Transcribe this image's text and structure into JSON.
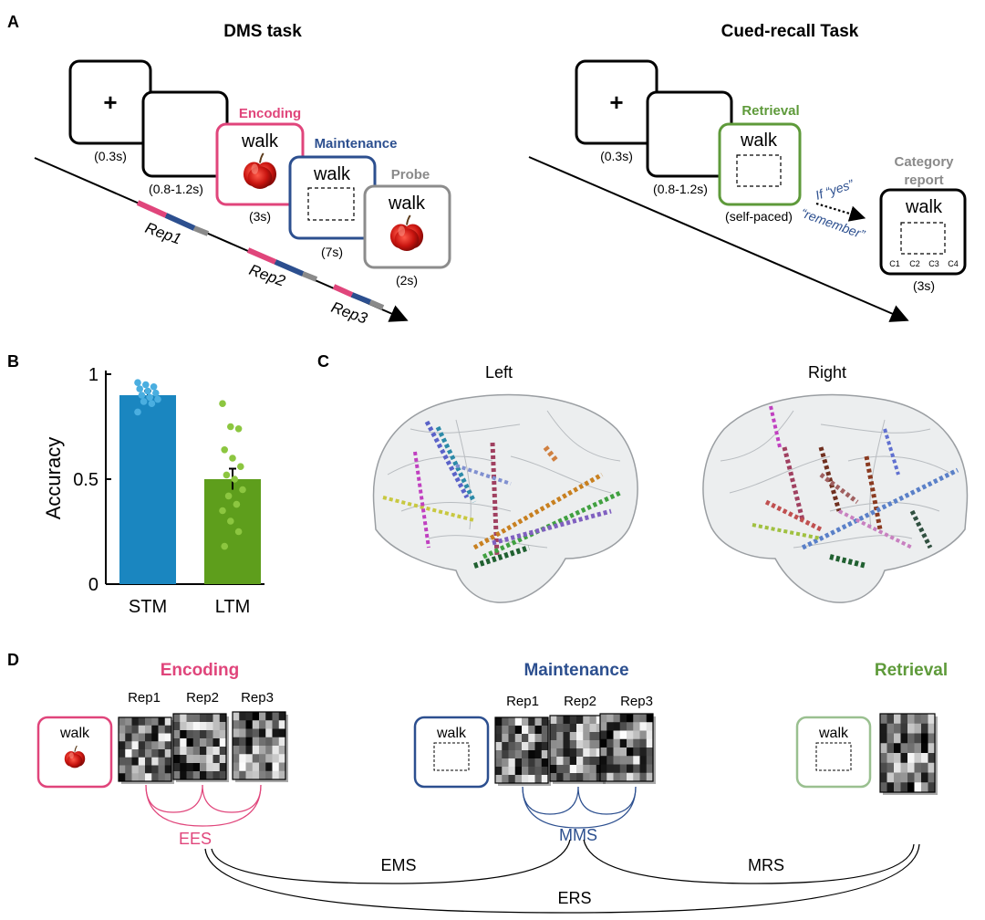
{
  "panelA": {
    "letter": "A",
    "dms": {
      "title": "DMS task",
      "fixation": "+",
      "t_fix": "(0.3s)",
      "t_blank": "(0.8-1.2s)",
      "encoding": {
        "label": "Encoding",
        "word": "walk",
        "time": "(3s)"
      },
      "maintenance": {
        "label": "Maintenance",
        "word": "walk",
        "time": "(7s)"
      },
      "probe": {
        "label": "Probe",
        "word": "walk",
        "time": "(2s)"
      },
      "reps": [
        "Rep1",
        "Rep2",
        "Rep3"
      ]
    },
    "cued": {
      "title": "Cued-recall Task",
      "fixation": "+",
      "t_fix": "(0.3s)",
      "t_blank": "(0.8-1.2s)",
      "retrieval": {
        "label": "Retrieval",
        "word": "walk",
        "time": "(self-paced)"
      },
      "if_yes": "If “yes”",
      "remember": "“remember”",
      "category_l1": "Category",
      "category_l2": "report",
      "cat_word": "walk",
      "cat_options": [
        "C1",
        "C2",
        "C3",
        "C4"
      ],
      "cat_time": "(3s)"
    }
  },
  "panelB": {
    "letter": "B",
    "chart_data": {
      "type": "bar",
      "categories": [
        "STM",
        "LTM"
      ],
      "values": [
        0.9,
        0.5
      ],
      "errors": [
        0.02,
        0.05
      ],
      "colors": [
        "#1a86c0",
        "#5e9e1c"
      ],
      "point_colors": [
        "#4aaee0",
        "#8cc640"
      ],
      "points": [
        [
          0.96,
          0.95,
          0.94,
          0.93,
          0.92,
          0.91,
          0.9,
          0.89,
          0.88,
          0.87,
          0.86,
          0.82
        ],
        [
          0.86,
          0.75,
          0.74,
          0.64,
          0.6,
          0.56,
          0.52,
          0.5,
          0.45,
          0.42,
          0.38,
          0.35,
          0.3,
          0.25,
          0.18
        ]
      ],
      "ylabel": "Accuracy",
      "ylim": [
        0,
        1
      ],
      "yticks": [
        "0",
        "0.5",
        "1"
      ],
      "grid": false
    }
  },
  "panelC": {
    "letter": "C",
    "left_label": "Left",
    "right_label": "Right"
  },
  "panelD": {
    "letter": "D",
    "encoding_label": "Encoding",
    "maintenance_label": "Maintenance",
    "retrieval_label": "Retrieval",
    "word": "walk",
    "reps": [
      "Rep1",
      "Rep2",
      "Rep3"
    ],
    "ees": "EES",
    "mms": "MMS",
    "ems": "EMS",
    "mrs": "MRS",
    "ers": "ERS"
  },
  "colors": {
    "encoding": "#e0457b",
    "maintenance": "#2c4f8f",
    "probe": "#8a8a8a",
    "retrieval": "#5e9a3a",
    "probe_border": "#8c8c8c"
  }
}
